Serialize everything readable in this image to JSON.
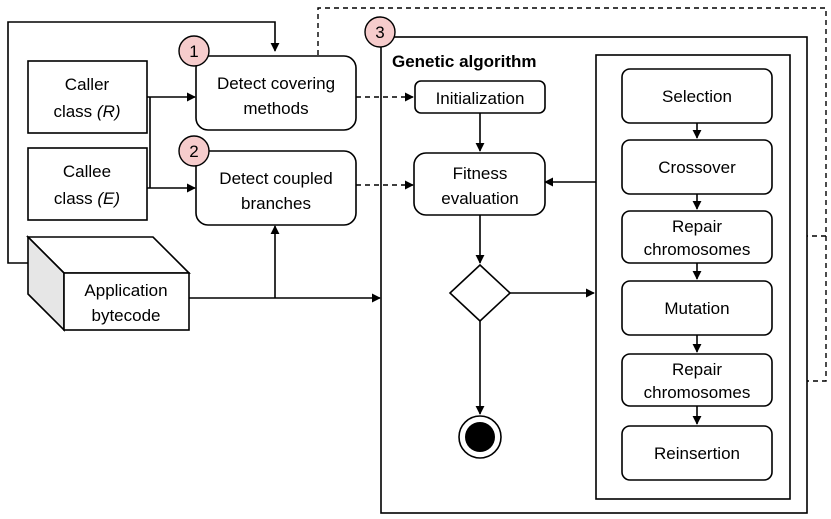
{
  "inputs": {
    "caller": {
      "line1": "Caller",
      "line2_prefix": "class ",
      "line2_var": "(R)"
    },
    "callee": {
      "line1": "Callee",
      "line2_prefix": "class ",
      "line2_var": "(E)"
    },
    "bytecode": {
      "line1": "Application",
      "line2": "bytecode"
    }
  },
  "steps": {
    "covering": {
      "number": "1",
      "line1": "Detect covering",
      "line2": "methods"
    },
    "coupled": {
      "number": "2",
      "line1": "Detect coupled",
      "line2": "branches"
    },
    "ga_number": "3"
  },
  "ga": {
    "title": "Genetic algorithm",
    "initialization": "Initialization",
    "fitness": {
      "line1": "Fitness",
      "line2": "evaluation"
    }
  },
  "operators": {
    "selection": "Selection",
    "crossover": "Crossover",
    "repair1": {
      "line1": "Repair",
      "line2": "chromosomes"
    },
    "mutation": "Mutation",
    "repair2": {
      "line1": "Repair",
      "line2": "chromosomes"
    },
    "reinsertion": "Reinsertion"
  }
}
